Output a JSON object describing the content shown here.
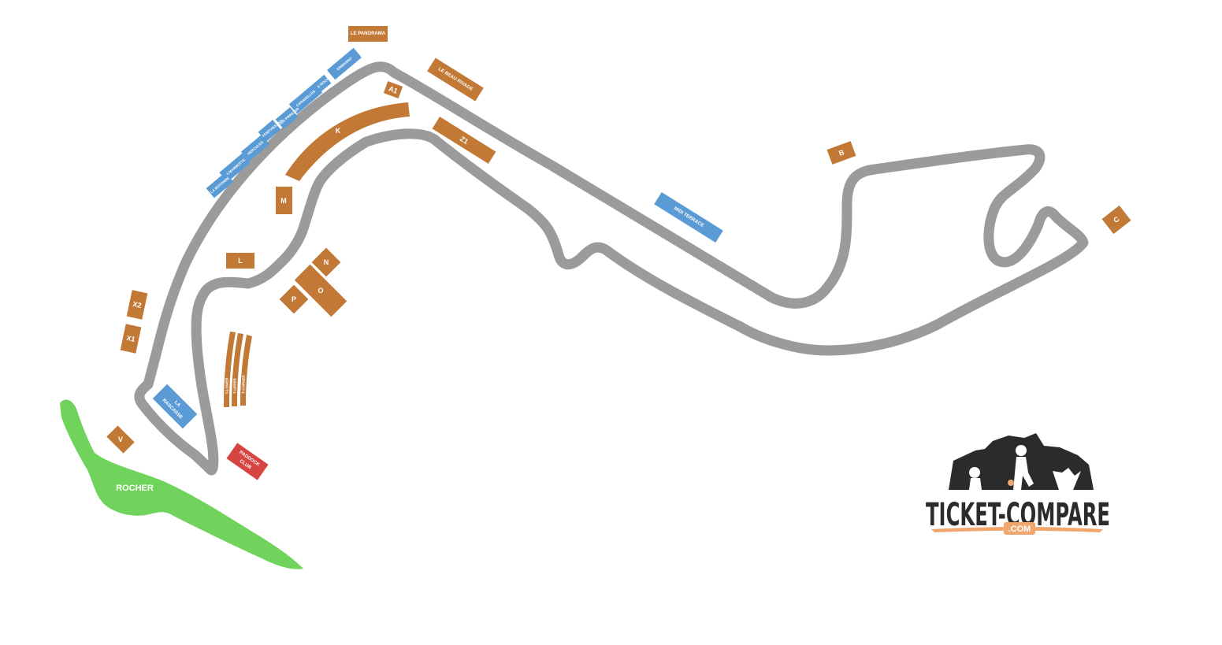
{
  "colors": {
    "track": "#9b9b9b",
    "grandstand": "#c27935",
    "premium": "#5b9bd5",
    "paddock": "#d64541",
    "rocher": "#70d45c",
    "logo_dark": "#2b2b2b",
    "logo_accent": "#f0a66c"
  },
  "grandstands": {
    "le_panorama": "LE PANORAMA",
    "le_beau_rivage": "LE BEAU RIVAGE",
    "a1": "A1",
    "k": "K",
    "z1": "Z1",
    "b": "B",
    "c": "C",
    "m": "M",
    "l": "L",
    "n": "N",
    "o": "O",
    "p": "P",
    "x2": "X2",
    "x1": "X1",
    "v": "V",
    "t_lower": "T-LOWER",
    "t_upper": "T-UPPER",
    "t_corner": "T-CORNER"
  },
  "premium_areas": {
    "ermanno": "ERMANNO",
    "le_roch": "LE ROCH",
    "caravelles": "CARAVELLES",
    "palais_princier": "PALAIS PRINCIER",
    "les_fontvieilles": "LES FONTVIEILLES",
    "hercules": "HERCULES",
    "la_marmotte": "LA MARMOTTE",
    "la_rotonde": "LA ROTONDE",
    "midi_terrace": "MIDI TERRACE",
    "la_rascasse_line1": "LA",
    "la_rascasse_line2": "RASCASSE"
  },
  "special": {
    "paddock_line1": "PADDOCK",
    "paddock_line2": "CLUB",
    "rocher": "ROCHER"
  },
  "logo": {
    "brand": "TICKET-COMPARE",
    "domain": ".COM",
    "icon": "ticket-compare-crowd-logo"
  }
}
